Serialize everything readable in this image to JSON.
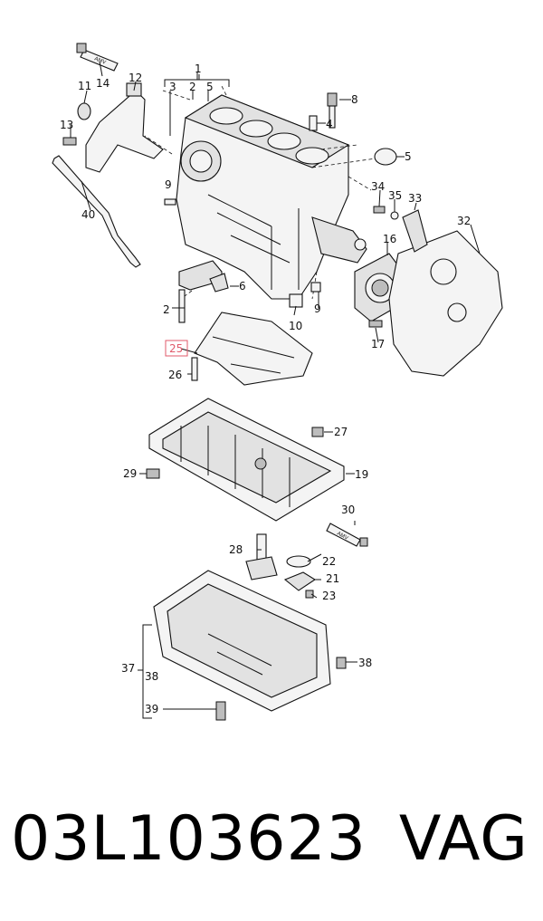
{
  "diagram": {
    "highlighted_callout": "25",
    "highlight_color": "#e05a6a",
    "callouts": [
      {
        "id": "c1",
        "text": "1"
      },
      {
        "id": "c2a",
        "text": "2"
      },
      {
        "id": "c3a",
        "text": "3"
      },
      {
        "id": "c2b",
        "text": "2"
      },
      {
        "id": "c5a",
        "text": "5"
      },
      {
        "id": "c4",
        "text": "4"
      },
      {
        "id": "c5b",
        "text": "5"
      },
      {
        "id": "c6",
        "text": "6"
      },
      {
        "id": "c8",
        "text": "8"
      },
      {
        "id": "c9a",
        "text": "9"
      },
      {
        "id": "c9b",
        "text": "9"
      },
      {
        "id": "c10",
        "text": "10"
      },
      {
        "id": "c11",
        "text": "11"
      },
      {
        "id": "c12",
        "text": "12"
      },
      {
        "id": "c13",
        "text": "13"
      },
      {
        "id": "c14",
        "text": "14"
      },
      {
        "id": "c16",
        "text": "16"
      },
      {
        "id": "c17",
        "text": "17"
      },
      {
        "id": "c19",
        "text": "19"
      },
      {
        "id": "c21",
        "text": "21"
      },
      {
        "id": "c22",
        "text": "22"
      },
      {
        "id": "c23",
        "text": "23"
      },
      {
        "id": "c25",
        "text": "25"
      },
      {
        "id": "c26",
        "text": "26"
      },
      {
        "id": "c27",
        "text": "27"
      },
      {
        "id": "c28",
        "text": "28"
      },
      {
        "id": "c29",
        "text": "29"
      },
      {
        "id": "c30",
        "text": "30"
      },
      {
        "id": "c32",
        "text": "32"
      },
      {
        "id": "c33",
        "text": "33"
      },
      {
        "id": "c34",
        "text": "34"
      },
      {
        "id": "c35",
        "text": "35"
      },
      {
        "id": "c37",
        "text": "37"
      },
      {
        "id": "c38a",
        "text": "38"
      },
      {
        "id": "c38b",
        "text": "38"
      },
      {
        "id": "c39",
        "text": "39"
      },
      {
        "id": "c40",
        "text": "40"
      }
    ],
    "tube_label": "AMV"
  },
  "footer": {
    "part_number": "03L103623",
    "brand": "VAG"
  }
}
